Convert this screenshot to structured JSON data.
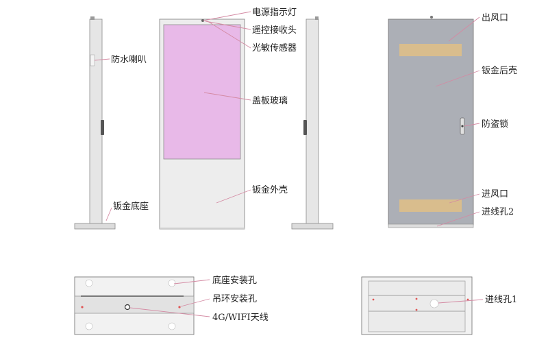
{
  "labels": {
    "power_indicator": "电源指示灯",
    "remote_receiver": "遥控接收头",
    "light_sensor": "光敏传感器",
    "waterproof_speaker": "防水喇叭",
    "cover_glass": "盖板玻璃",
    "sheet_metal_base": "钣金底座",
    "sheet_metal_shell": "钣金外壳",
    "air_outlet": "出风口",
    "sheet_metal_rear_shell": "钣金后壳",
    "anti_theft_lock": "防盗锁",
    "air_inlet": "进风口",
    "cable_hole_2": "进线孔2",
    "base_mount_hole": "底座安装孔",
    "lifting_ring_hole": "吊环安装孔",
    "wifi_antenna": "4G/WIFI天线",
    "cable_hole_1": "进线孔1"
  },
  "colors": {
    "glass": "#e8b9e8",
    "rear_shell": "#acafb6",
    "vent": "#d9bd8d",
    "body": "#ececec",
    "leader": "#d48aa3"
  }
}
